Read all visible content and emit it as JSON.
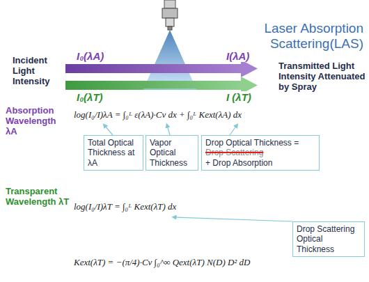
{
  "diagram": {
    "nodes": [
      {
        "text": [
          "Total Optical Thickness at λA"
        ]
      },
      {
        "text": [
          "Vapor Optical Thickness"
        ]
      },
      {
        "text": [
          "Drop Optical Thickness =",
          "Drop Scattering",
          "+ Drop Absorption"
        ]
      },
      {
        "text": [
          "Drop Scattering Optical Thickness"
        ]
      }
    ],
    "labels": [
      "Laser Absorption Scattering(LAS)",
      "Incident Light Intensity",
      "I₀(λA)",
      "I₀(λT)",
      "I(λA)",
      "I (λT)",
      "Transmitted Light Intensity Attenuated by Spray",
      "Absorption Wavelength λA",
      "log(I₀/I)λA = ∫₀ᴸ ε(λA)·Cv dx + ∫₀ᴸ Kext(λA) dx",
      "Transparent Wavelength λT",
      "log(I₀/I)λT = ∫₀ᴸ Kext(λT) dx",
      "Kext(λT) = −(π/4)·Cv ∫₀^∞ Qext(λT) N(D) D² dD"
    ]
  }
}
